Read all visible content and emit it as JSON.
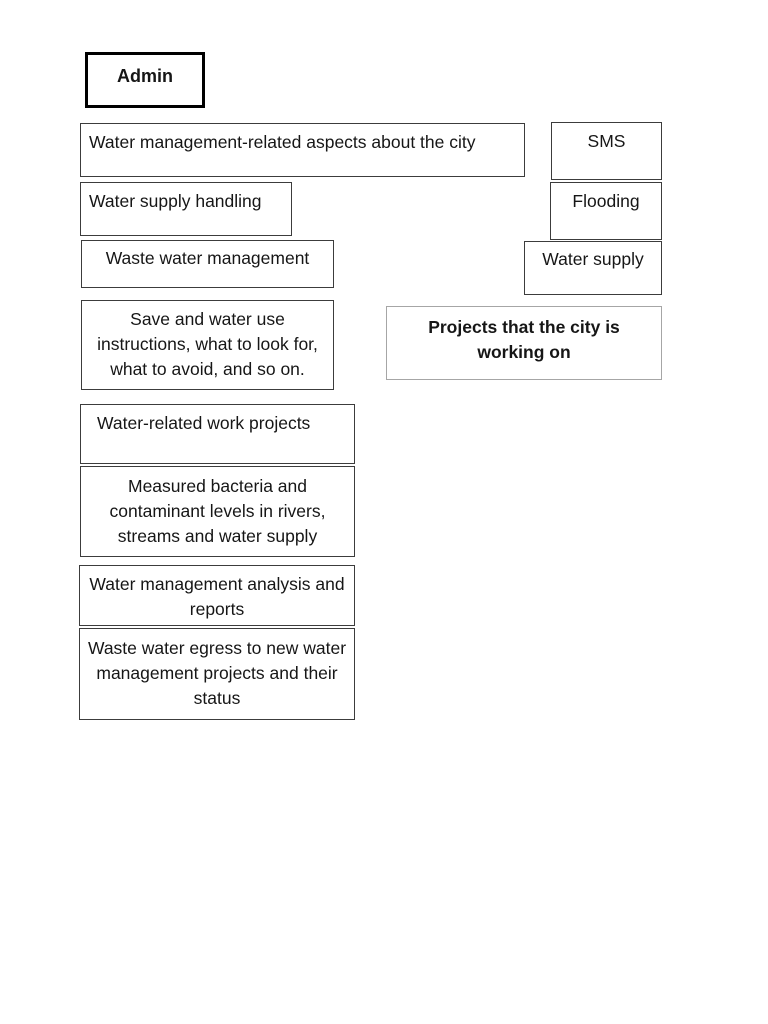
{
  "document": {
    "kind": "block-diagram",
    "page_background": "#ffffff",
    "ink_color": "#161616",
    "border_color": "#3c3c3c",
    "accent_border_color": "#000000",
    "muted_border_color": "#a6a6a6"
  },
  "diagram": {
    "left_column": {
      "header": {
        "label": "Admin",
        "emphasis": "bold",
        "border": "thick"
      },
      "items": [
        {
          "label": "Water management-related aspects about the city",
          "align": "left"
        },
        {
          "label": "Water supply handling",
          "align": "left"
        },
        {
          "label": "Waste water management",
          "align": "center"
        },
        {
          "label": "Save and water use instructions, what to look for, what to avoid, and so on.",
          "align": "center"
        },
        {
          "label": "Water-related work projects",
          "align": "left"
        },
        {
          "label": "Measured bacteria and contaminant levels in rivers, streams and water supply",
          "align": "center"
        },
        {
          "label": "Water management analysis and reports",
          "align": "center"
        },
        {
          "label": "Waste water egress to new water management projects and their status",
          "align": "center"
        }
      ]
    },
    "right_column": {
      "items": [
        {
          "label": "SMS",
          "align": "center"
        },
        {
          "label": "Flooding",
          "align": "center"
        },
        {
          "label": "Water supply",
          "align": "center"
        }
      ],
      "callout": {
        "label": "Projects that the city is working on",
        "emphasis": "bold",
        "border": "muted"
      }
    }
  }
}
